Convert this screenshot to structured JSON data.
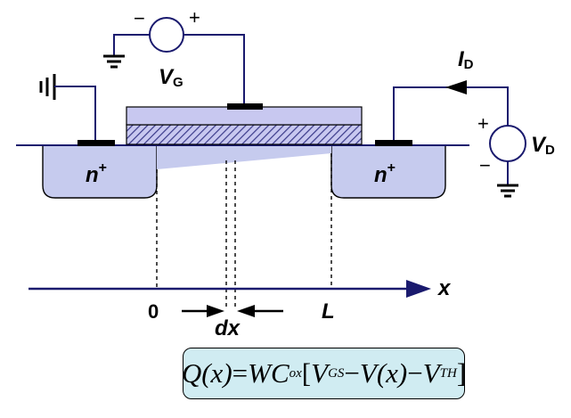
{
  "labels": {
    "vg_main": "V",
    "vg_sub": "G",
    "vd_main": "V",
    "vd_sub": "D",
    "id_main": "I",
    "id_sub": "D",
    "plus": "+",
    "minus": "−",
    "n_plus_left": "n",
    "n_plus_right": "n",
    "superscript_plus": "+",
    "x_axis": "x",
    "zero": "0",
    "length": "L",
    "dx": "dx"
  },
  "equation": {
    "lhs": "Q(x)",
    "equals": " = ",
    "w": "WC",
    "ox": "ox",
    "open": "[",
    "vgs_v": "V",
    "vgs_sub": "GS",
    "minus1": " − ",
    "vx": "V(x)",
    "minus2": " − ",
    "vth_v": "V",
    "vth_sub": "TH",
    "close": "]"
  },
  "colors": {
    "substrate": "#c6cbee",
    "gate": "#c8c8f0",
    "oxide_hatch": "#3a3a8a",
    "line": "#1a1a6e",
    "equation_fill": "#d0ecf2"
  }
}
